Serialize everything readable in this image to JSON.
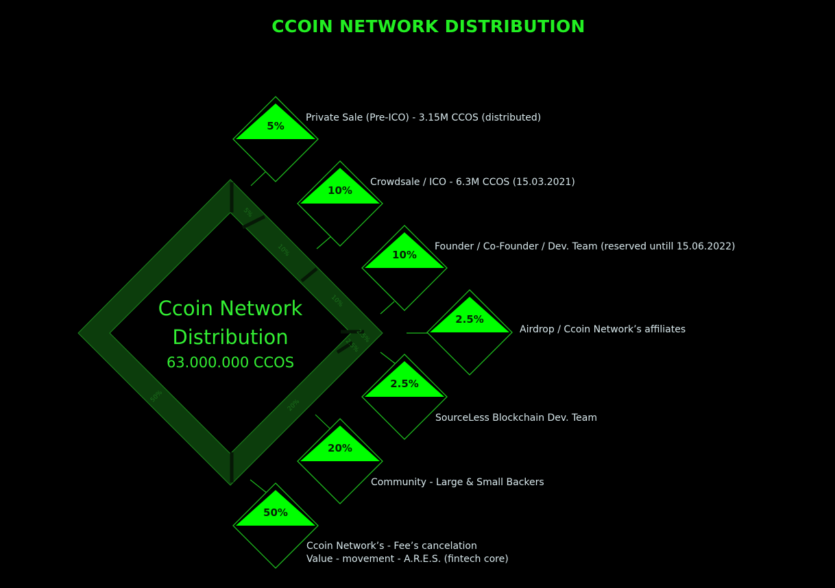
{
  "title": "CCOIN NETWORK DISTRIBUTION",
  "center": {
    "line1": "Ccoin Network",
    "line2": "Distribution",
    "total": "63.000.000 CCOS"
  },
  "colors": {
    "background": "#000000",
    "accent": "#00ff00",
    "ring": "#0c3d0c",
    "text": "#d8e8ec"
  },
  "chart_data": {
    "type": "diagram",
    "total": "63.000.000 CCOS",
    "segments": [
      {
        "percent": "5%",
        "value": 5,
        "label": "Private Sale (Pre-ICO) - 3.15M CCOS (distributed)"
      },
      {
        "percent": "10%",
        "value": 10,
        "label": "Crowdsale / ICO - 6.3M CCOS (15.03.2021)"
      },
      {
        "percent": "10%",
        "value": 10,
        "label": "Founder / Co-Founder / Dev. Team (reserved untill 15.06.2022)"
      },
      {
        "percent": "2.5%",
        "value": 2.5,
        "label": "Airdrop / Ccoin Network’s affiliates"
      },
      {
        "percent": "2.5%",
        "value": 2.5,
        "label": "SourceLess Blockchain Dev. Team"
      },
      {
        "percent": "20%",
        "value": 20,
        "label": "Community - Large & Small Backers"
      },
      {
        "percent": "50%",
        "value": 50,
        "label": "Ccoin Network’s - Fee’s cancelation",
        "label2": "Value - movement - A.R.E.S. (fintech core)"
      }
    ]
  }
}
